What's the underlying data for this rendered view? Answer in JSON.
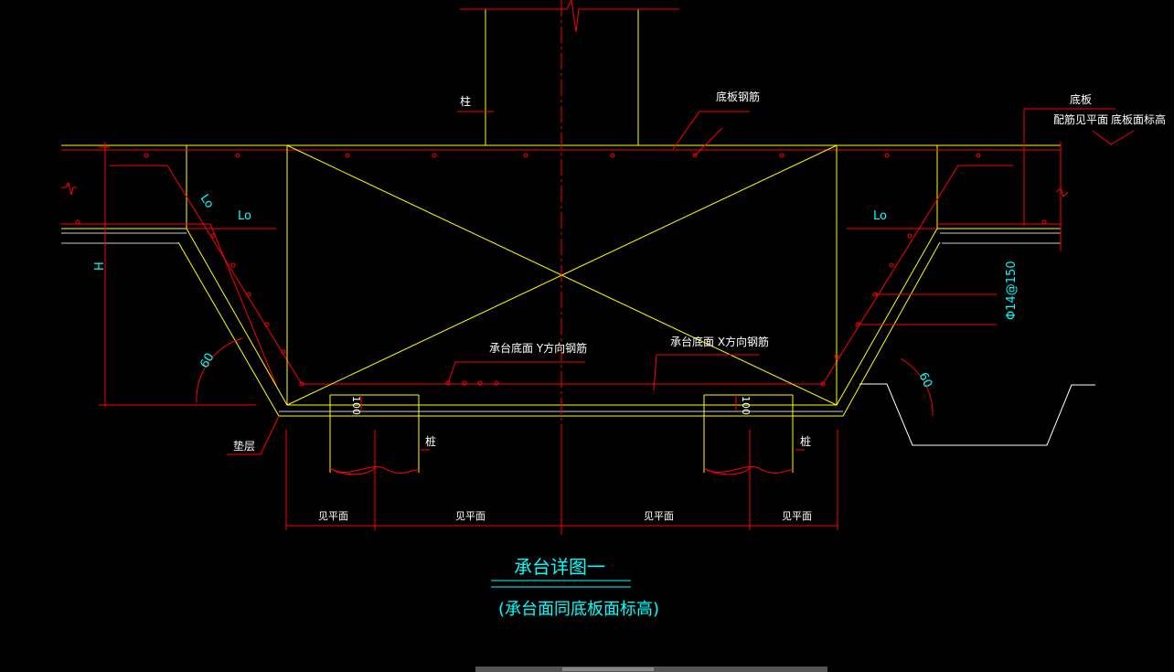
{
  "labels": {
    "column": "柱",
    "bottom_slab_rebar": "底板钢筋",
    "slab": "底板",
    "rebar_see_plan": "配筋见平面",
    "slab_top_elev": "底板面标高",
    "lo_left_diag": "Lo",
    "lo_left": "Lo",
    "lo_right": "Lo",
    "h": "H",
    "angle_left": "60",
    "angle_right": "60",
    "rebar_spec": "Φ14@150",
    "y_rebar": "承台底面 Y方向钢筋",
    "x_rebar": "承台底面 X方向钢筋",
    "cushion": "垫层",
    "pile_left": "桩",
    "pile_right": "桩",
    "embed_left": "100",
    "embed_right": "100",
    "dim1": "见平面",
    "dim2": "见平面",
    "dim3": "见平面",
    "dim4": "见平面"
  },
  "title": {
    "main": "承台详图一",
    "sub": "(承台面同底板面标高)"
  },
  "colors": {
    "background": "#000000",
    "outline": "#ffff00",
    "rebar": "#ff0000",
    "text": "#ffffff",
    "title": "#00ffff"
  }
}
